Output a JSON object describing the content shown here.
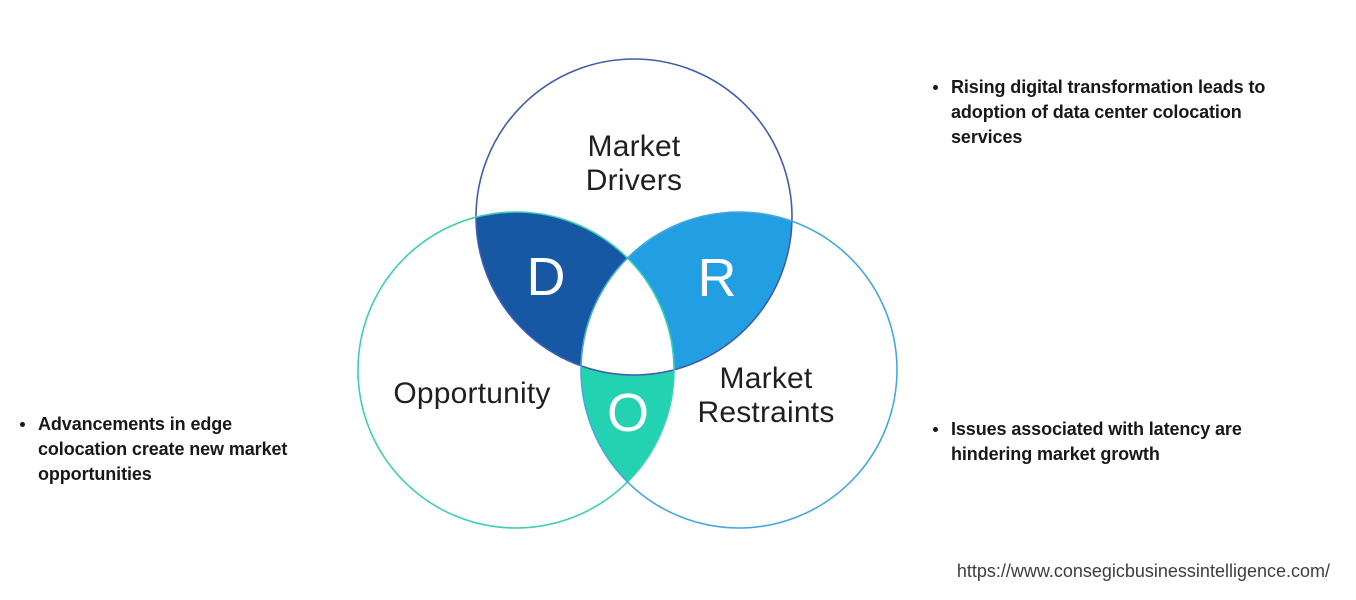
{
  "colors": {
    "background": "#ffffff",
    "label_text": "#1f1f1f",
    "bullet_text": "#17181a",
    "url_text": "#3d3d3f",
    "overlap_letter": "#ffffff",
    "center_overlap_fill": "#ffffff"
  },
  "diagram": {
    "circles": {
      "drivers": {
        "lines": [
          "Market",
          "Drivers"
        ],
        "stroke": "#3f5dac"
      },
      "opportunity": {
        "lines": [
          "Opportunity"
        ],
        "stroke": "#3ccfb4"
      },
      "restraints": {
        "lines": [
          "Market",
          "Restraints"
        ],
        "stroke": "#44a8e0"
      }
    },
    "overlaps": {
      "d": {
        "letter": "D",
        "fill": "#1658a4"
      },
      "r": {
        "letter": "R",
        "fill": "#229fe2"
      },
      "o": {
        "letter": "O",
        "fill": "#23d2b1"
      },
      "center_fill": "#ffffff"
    }
  },
  "bullets": {
    "left": {
      "lines": [
        "Advancements in edge",
        "colocation create new market",
        "opportunities"
      ]
    },
    "right_top": {
      "lines": [
        "Rising digital transformation leads to",
        "adoption of data center colocation",
        "services"
      ]
    },
    "right_bottom": {
      "lines": [
        "Issues associated with latency are",
        "hindering market growth"
      ]
    }
  },
  "footer": {
    "url": "https://www.consegicbusinessintelligence.com/"
  }
}
